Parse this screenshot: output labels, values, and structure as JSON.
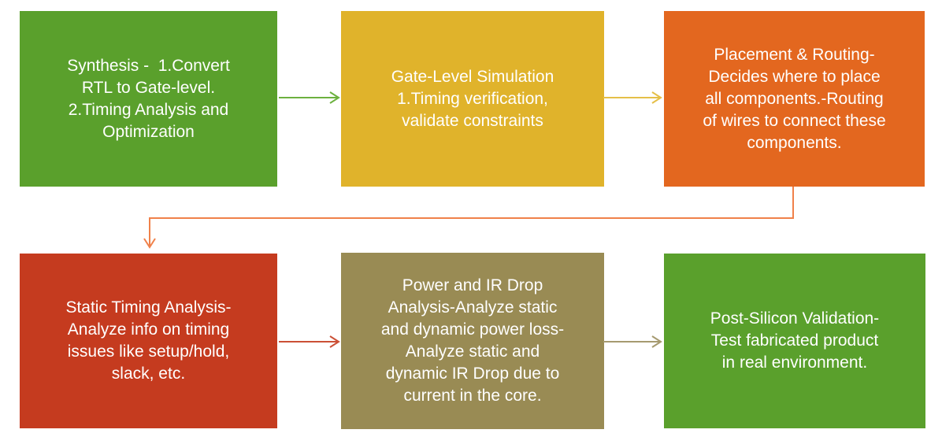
{
  "diagram": {
    "background_color": "#FFFFFF",
    "text_color": "#FFFFFF",
    "boxes": [
      {
        "id": "synthesis",
        "text": "Synthesis -  1.Convert\nRTL to Gate-level.\n2.Timing Analysis and\nOptimization",
        "color": "#5AA02C"
      },
      {
        "id": "gate-level-simulation",
        "text": "Gate-Level Simulation\n1.Timing verification,\nvalidate constraints",
        "color": "#E0B32B"
      },
      {
        "id": "placement-routing",
        "text": "Placement & Routing-\nDecides where to place\nall components.-Routing\nof wires to connect these\ncomponents.",
        "color": "#E3671F"
      },
      {
        "id": "static-timing-analysis",
        "text": "Static Timing Analysis-\nAnalyze info on timing\nissues like setup/hold,\nslack, etc.",
        "color": "#C53B1F"
      },
      {
        "id": "power-ir-drop-analysis",
        "text": "Power and IR Drop\nAnalysis-Analyze static\nand dynamic power loss-\nAnalyze static and\ndynamic IR Drop due to\ncurrent in the core.",
        "color": "#998B54"
      },
      {
        "id": "post-silicon-validation",
        "text": "Post-Silicon Validation-\nTest fabricated product\nin real environment.",
        "color": "#5AA02C"
      }
    ],
    "arrows": [
      {
        "from": "synthesis",
        "to": "gate-level-simulation",
        "shape": "straight",
        "color": "#6CB13F"
      },
      {
        "from": "gate-level-simulation",
        "to": "placement-routing",
        "shape": "straight",
        "color": "#E5BF48"
      },
      {
        "from": "placement-routing",
        "to": "static-timing-analysis",
        "shape": "elbow",
        "color": "#F0814A"
      },
      {
        "from": "static-timing-analysis",
        "to": "power-ir-drop-analysis",
        "shape": "straight",
        "color": "#CB5036"
      },
      {
        "from": "power-ir-drop-analysis",
        "to": "post-silicon-validation",
        "shape": "straight",
        "color": "#A69A70"
      }
    ]
  }
}
